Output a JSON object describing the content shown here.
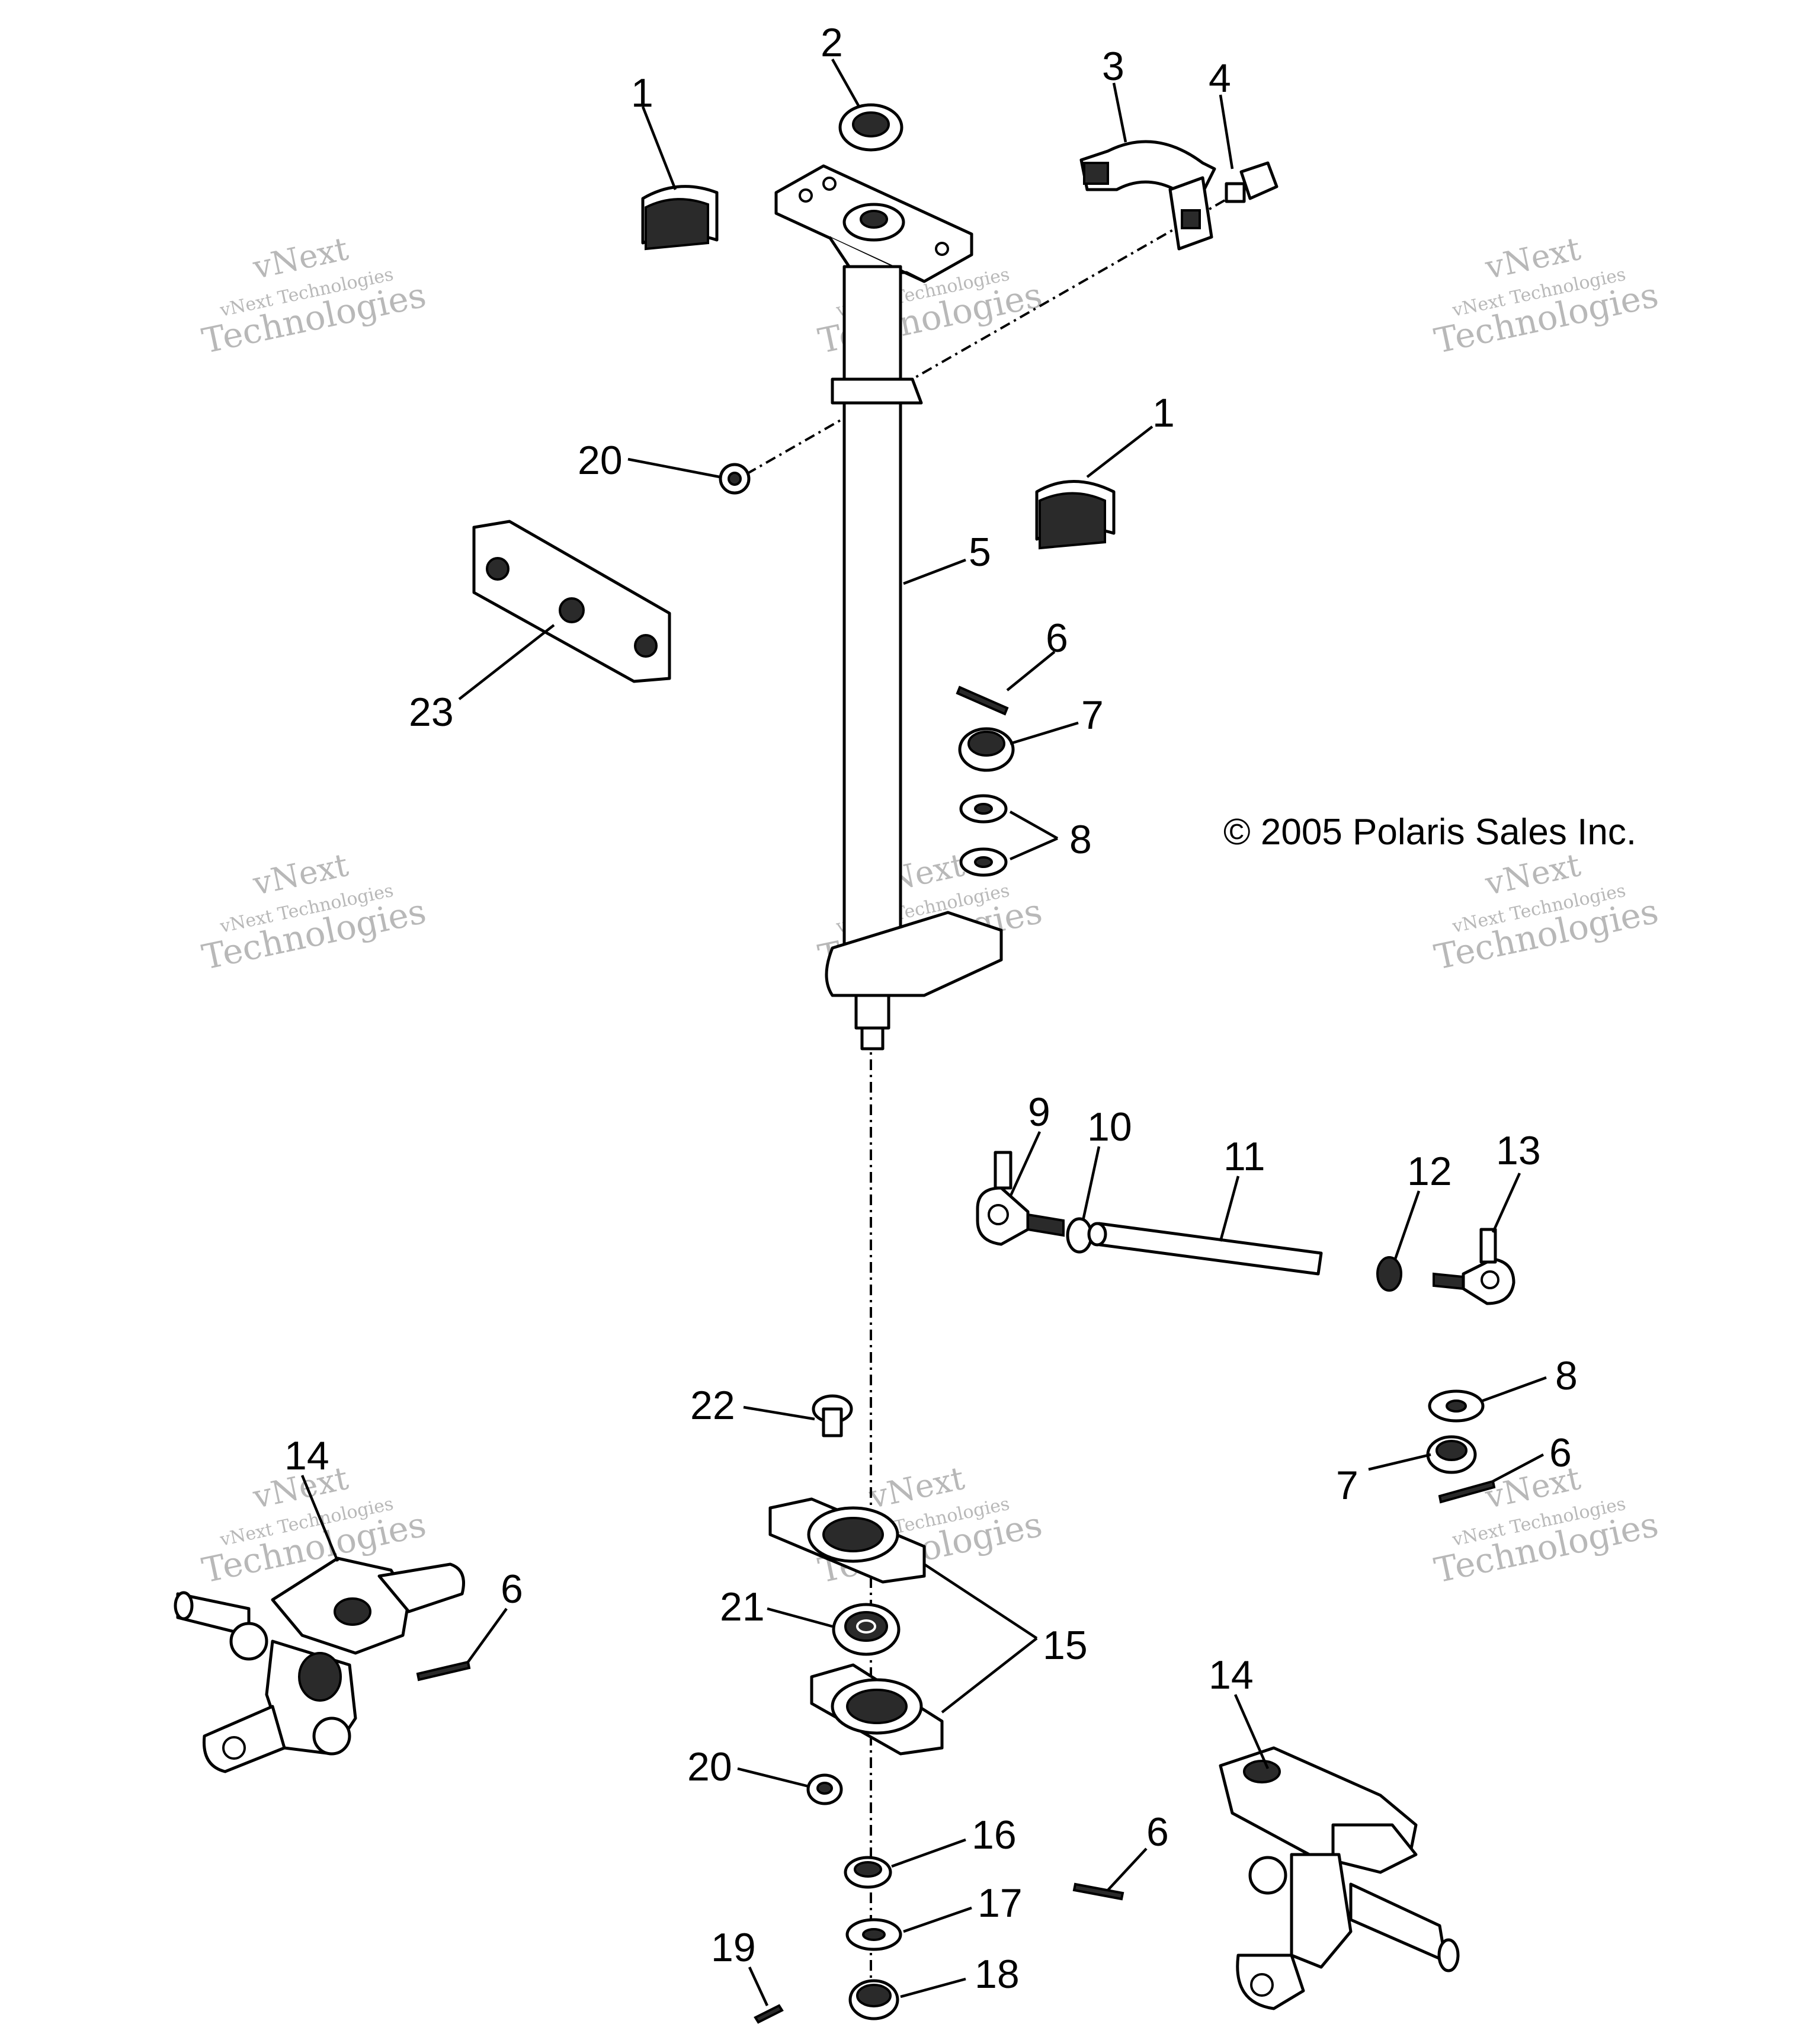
{
  "copyright": "© 2005 Polaris Sales Inc.",
  "watermark": {
    "line1": "vNext",
    "line2": "vNext Technologies",
    "line3": "Technologies"
  },
  "callouts": [
    {
      "id": "c1a",
      "label": "1"
    },
    {
      "id": "c2",
      "label": "2"
    },
    {
      "id": "c3",
      "label": "3"
    },
    {
      "id": "c4",
      "label": "4"
    },
    {
      "id": "c1b",
      "label": "1"
    },
    {
      "id": "c20a",
      "label": "20"
    },
    {
      "id": "c5",
      "label": "5"
    },
    {
      "id": "c23",
      "label": "23"
    },
    {
      "id": "c6a",
      "label": "6"
    },
    {
      "id": "c7a",
      "label": "7"
    },
    {
      "id": "c8a",
      "label": "8"
    },
    {
      "id": "c9",
      "label": "9"
    },
    {
      "id": "c10",
      "label": "10"
    },
    {
      "id": "c11",
      "label": "11"
    },
    {
      "id": "c12",
      "label": "12"
    },
    {
      "id": "c13",
      "label": "13"
    },
    {
      "id": "c8b",
      "label": "8"
    },
    {
      "id": "c22",
      "label": "22"
    },
    {
      "id": "c7b",
      "label": "7"
    },
    {
      "id": "c6b",
      "label": "6"
    },
    {
      "id": "c14a",
      "label": "14"
    },
    {
      "id": "c6c",
      "label": "6"
    },
    {
      "id": "c21",
      "label": "21"
    },
    {
      "id": "c15",
      "label": "15"
    },
    {
      "id": "c14b",
      "label": "14"
    },
    {
      "id": "c20b",
      "label": "20"
    },
    {
      "id": "c16",
      "label": "16"
    },
    {
      "id": "c6d",
      "label": "6"
    },
    {
      "id": "c17",
      "label": "17"
    },
    {
      "id": "c19",
      "label": "19"
    },
    {
      "id": "c18",
      "label": "18"
    }
  ]
}
